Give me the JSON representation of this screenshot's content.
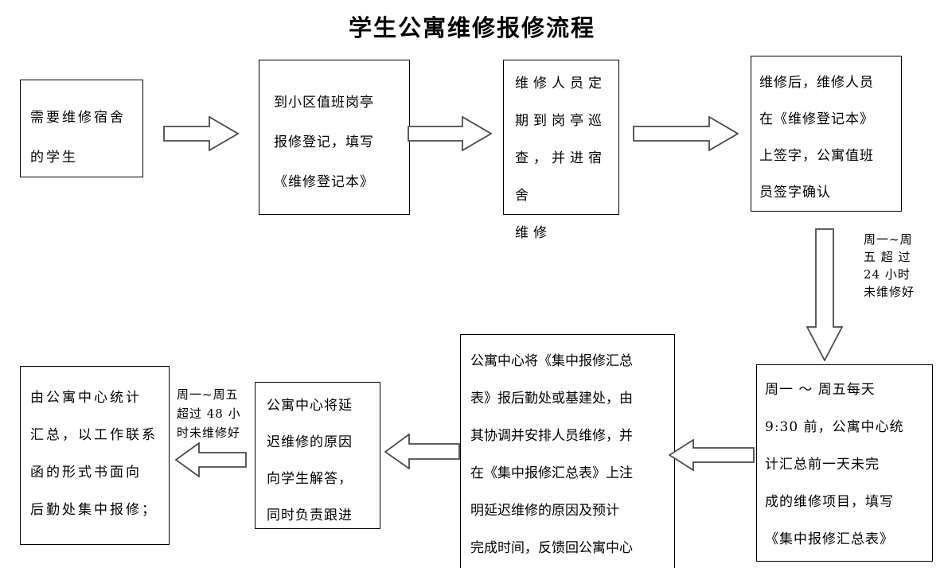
{
  "title": "学生公寓维修报修流程",
  "colors": {
    "background": "#ffffff",
    "box_border": "#000000",
    "text": "#000000",
    "arrow_outline": "#4a4a4a"
  },
  "icons": {
    "right_arrows": "right-block-arrow",
    "down_arrow": "down-block-arrow",
    "left_arrows": "left-block-arrow"
  },
  "boxes": {
    "student": {
      "text": "需要维修宿舍\n的学生"
    },
    "register": {
      "text": "到小区值班岗亭\n报修登记，填写\n《维修登记本》"
    },
    "patrol": {
      "text": "维修人员定\n期到岗亭巡\n查，并进宿舍\n维修"
    },
    "sign": {
      "text": "维修后，维修人员\n在《维修登记本》\n上签字，公寓值班\n员签字确认"
    },
    "summary": {
      "text": "周一 ～ 周五每天\n9:30 前，公寓中心统\n计汇总前一天未完\n成的维修项目，填写\n《集中报修汇总表》"
    },
    "forward": {
      "text": "公寓中心将《集中报修汇总\n表》报后勤处或基建处，由\n其协调并安排人员维修，并\n在《集中报修汇总表》上注\n明延迟维修的原因及预计\n完成时间，反馈回公寓中心"
    },
    "explain": {
      "text": "公寓中心将延\n迟维修的原因\n向学生解答，\n同时负责跟进"
    },
    "report": {
      "text": "由公寓中心统计\n汇总，以工作联系\n函的形式书面向\n后勤处集中报修；"
    }
  },
  "labels": {
    "over24h": "周一~周\n五 超 过\n24 小时\n未维修好",
    "over48h": "周一~周五\n超过 48 小\n时未维修好"
  }
}
